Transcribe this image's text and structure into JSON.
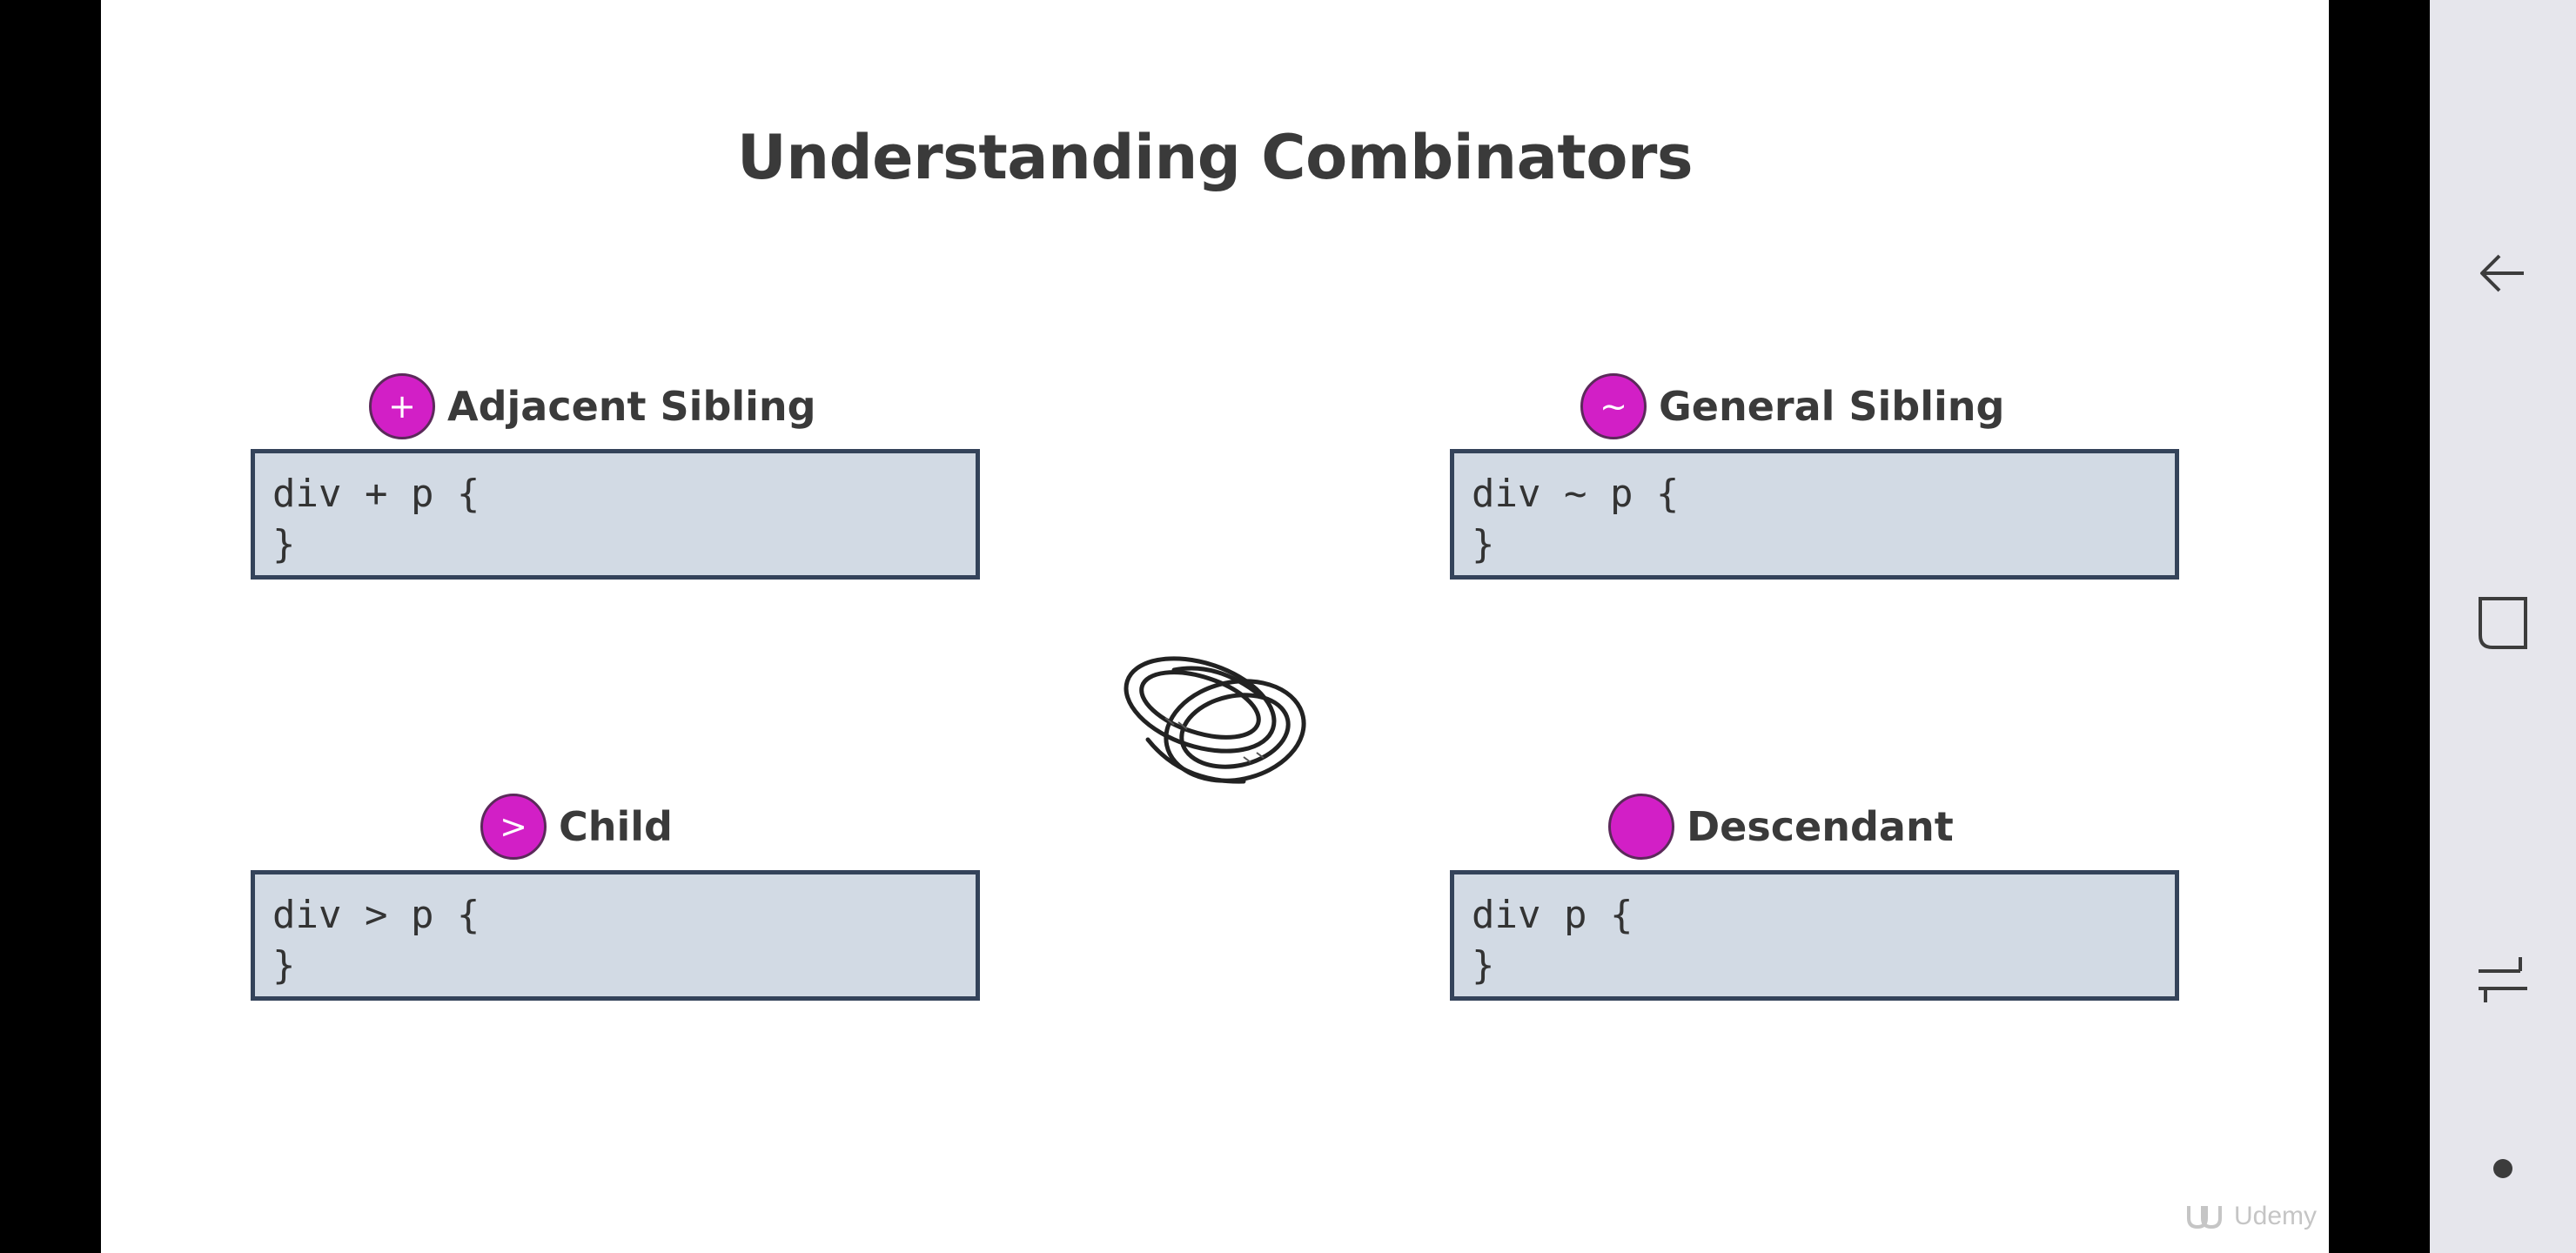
{
  "slide": {
    "title": "Understanding Combinators",
    "combinators": [
      {
        "symbol": "+",
        "label": "Adjacent Sibling",
        "code_line1": "div + p {",
        "code_line2": "}"
      },
      {
        "symbol": "~",
        "label": "General Sibling",
        "code_line1": "div ~ p {",
        "code_line2": "}"
      },
      {
        "symbol": ">",
        "label": "Child",
        "code_line1": "div > p {",
        "code_line2": "}"
      },
      {
        "symbol": "",
        "label": "Descendant",
        "code_line1": "div p {",
        "code_line2": "}"
      }
    ],
    "illustration": "interlocked-rings-icon",
    "watermark": "Udemy"
  },
  "navbar": {
    "buttons": [
      "back-icon",
      "recent-apps-icon",
      "swap-icon",
      "home-dot-icon"
    ]
  },
  "colors": {
    "badge": "#d21fc6",
    "code_bg": "#d2dae4",
    "code_border": "#34435a",
    "title_text": "#3a3a3a",
    "navbar_bg": "#e6e6ec"
  }
}
